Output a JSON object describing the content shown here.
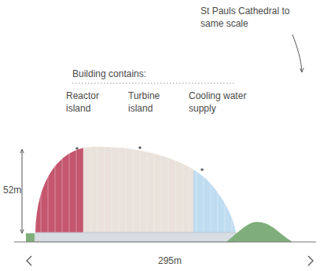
{
  "diagram": {
    "labels": [
      "Building contains:",
      "Reactor island",
      "Turbine island",
      "Cooling water supply",
      "St Pauls Cathedral to same scale",
      "52m",
      "295m"
    ]
  }
}
